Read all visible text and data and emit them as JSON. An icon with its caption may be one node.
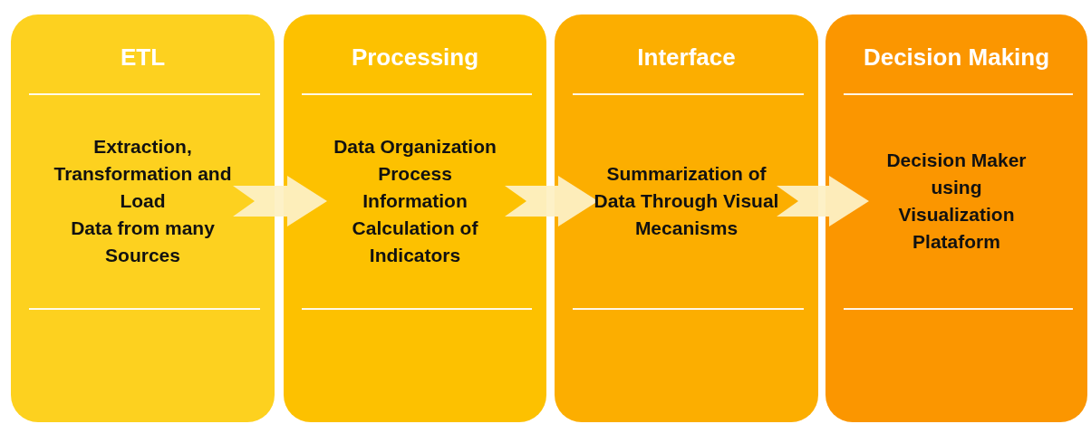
{
  "diagram": {
    "nodes": [
      {
        "text": [
          "ETL",
          "Extraction, Transformation and Load",
          "Data from many Sources"
        ]
      },
      {
        "text": [
          "Processing",
          "Data Organization Process",
          "Information Calculation of Indicators"
        ]
      },
      {
        "text": [
          "Interface",
          "Summarization of Data Through Visual Mecanisms"
        ]
      },
      {
        "text": [
          "Decision Making",
          "Decision Maker using Visualization Plataform"
        ]
      }
    ],
    "edges": [
      {
        "from": 0,
        "to": 1,
        "arrow": "to"
      },
      {
        "from": 1,
        "to": 2,
        "arrow": "to"
      },
      {
        "from": 2,
        "to": 3,
        "arrow": "to"
      }
    ]
  }
}
